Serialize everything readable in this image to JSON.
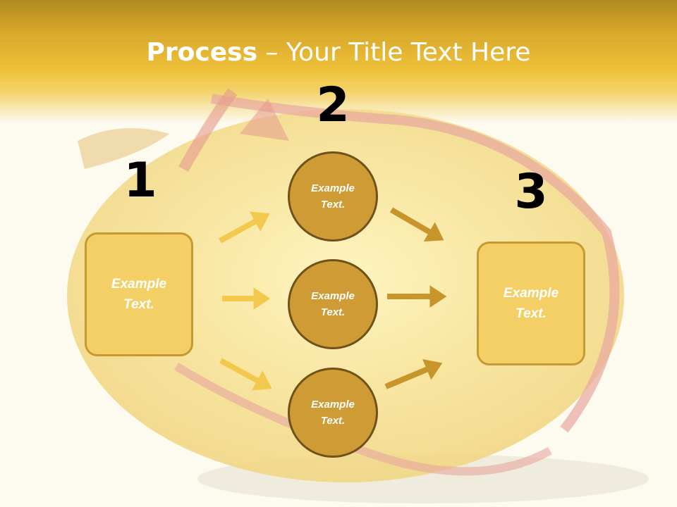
{
  "title": {
    "bold": "Process",
    "rest": " – Your Title Text Here"
  },
  "steps": {
    "one": "1",
    "two": "2",
    "three": "3"
  },
  "left_box": {
    "line1": "Example",
    "line2": "Text."
  },
  "right_box": {
    "line1": "Example",
    "line2": "Text."
  },
  "circles": [
    {
      "line1": "Example",
      "line2": "Text."
    },
    {
      "line1": "Example",
      "line2": "Text."
    },
    {
      "line1": "Example",
      "line2": "Text."
    }
  ],
  "colors": {
    "header": "#eec13a",
    "box_fill": "#f4cf66",
    "circle_fill": "#cf9b35",
    "arrow_light": "#f2c94c",
    "arrow_dark": "#c8952c"
  }
}
